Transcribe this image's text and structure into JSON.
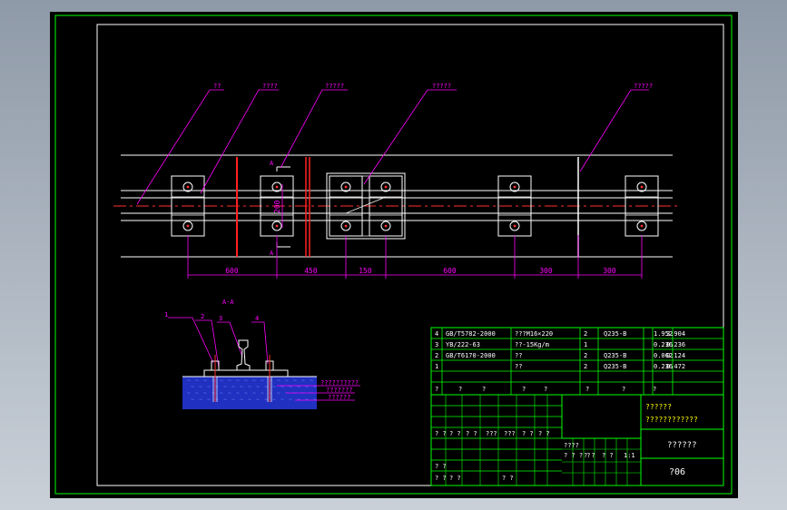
{
  "colors": {
    "background": "#000000",
    "frame": "#00ff00",
    "rail": "#ffffff",
    "leader": "#ff00ff",
    "centerline": "#ff3030",
    "section_marker": "#ff2020",
    "bolt": "#ff3030",
    "ground": "#2030c0",
    "title_text": "#ffff00"
  },
  "plan_view": {
    "callouts": [
      "??",
      "????",
      "?????",
      "?????",
      "?????"
    ],
    "section_marks": [
      "A",
      "A"
    ],
    "vertical_dim": "200",
    "dimensions": [
      "600",
      "450",
      "150",
      "600",
      "300",
      "300"
    ]
  },
  "section_view": {
    "title": "A-A",
    "item_numbers": [
      "1",
      "2",
      "3",
      "4"
    ],
    "labels": [
      "??????????",
      "???????",
      "??????"
    ]
  },
  "bom": {
    "rows": [
      {
        "no": "4",
        "code": "GB/T5782-2000",
        "name": "???M16×220",
        "qty": "2",
        "material": "Q235-B",
        "unit": "1.952",
        "total": "3.904"
      },
      {
        "no": "3",
        "code": "YB/222-63",
        "name": "??-15Kg/m",
        "qty": "1",
        "material": "",
        "unit": "0.236",
        "total": "0.236"
      },
      {
        "no": "2",
        "code": "GB/T6170-2000",
        "name": "??",
        "qty": "2",
        "material": "Q235-B",
        "unit": "0.062",
        "total": "0.124"
      },
      {
        "no": "1",
        "code": "",
        "name": "??",
        "qty": "2",
        "material": "Q235-B",
        "unit": "0.236",
        "total": "0.472"
      }
    ],
    "header": [
      "?",
      "?",
      "?",
      "?",
      "?",
      "?",
      "?",
      "?"
    ]
  },
  "title_block": {
    "school": "??????",
    "project": "????????????",
    "drawing_title": "??????",
    "drawing_no": "?06",
    "cells": [
      "? ?",
      "? ?",
      "? ?",
      "???",
      "???",
      "? ?",
      "? ?",
      "????",
      "? ? ? ?",
      "? ?",
      "? ?",
      "1:1",
      "? ?",
      "? ?",
      "? ?",
      "? ?"
    ]
  }
}
